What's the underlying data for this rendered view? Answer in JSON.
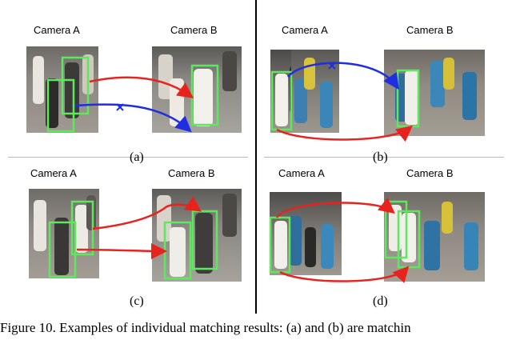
{
  "panels": [
    {
      "id": "a",
      "label": "(a)",
      "camera_a": "Camera A",
      "camera_b": "Camera B"
    },
    {
      "id": "b",
      "label": "(b)",
      "camera_a": "Camera A",
      "camera_b": "Camera B"
    },
    {
      "id": "c",
      "label": "(c)",
      "camera_a": "Camera A",
      "camera_b": "Camera B"
    },
    {
      "id": "d",
      "label": "(d)",
      "camera_a": "Camera A",
      "camera_b": "Camera B"
    }
  ],
  "caption": "Figure 10.  Examples of individual matching results: (a) and (b) are matchin",
  "colors": {
    "match_arrow": "#e8231e",
    "mismatch_arrow": "#1f2ee0",
    "box": "#5ee85e",
    "divider": "#000000"
  }
}
